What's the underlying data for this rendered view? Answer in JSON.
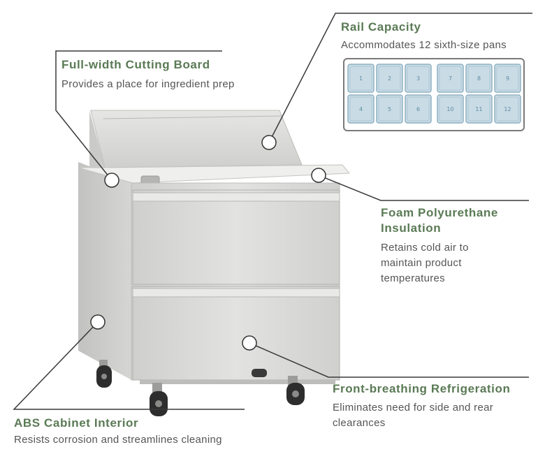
{
  "colors": {
    "title_green": "#5a7a55",
    "description_gray": "#555555",
    "pan_fill": "#c9dce6",
    "pan_border": "#8fb1c2",
    "steel": "#d7d7d5"
  },
  "callouts": {
    "cutting_board": {
      "title": "Full-width Cutting Board",
      "description": "Provides a place for ingredient prep"
    },
    "rail_capacity": {
      "title": "Rail Capacity",
      "description": "Accommodates 12 sixth-size pans"
    },
    "insulation": {
      "title": "Foam Polyurethane Insulation",
      "description": "Retains cold air to maintain product temperatures"
    },
    "refrigeration": {
      "title": "Front-breathing Refrigeration",
      "description": "Eliminates need for side and rear clearances"
    },
    "cabinet": {
      "title": "ABS Cabinet Interior",
      "description": "Resists corrosion and streamlines cleaning"
    }
  },
  "pans": [
    "1",
    "2",
    "3",
    "7",
    "8",
    "9",
    "4",
    "5",
    "6",
    "10",
    "11",
    "12"
  ]
}
